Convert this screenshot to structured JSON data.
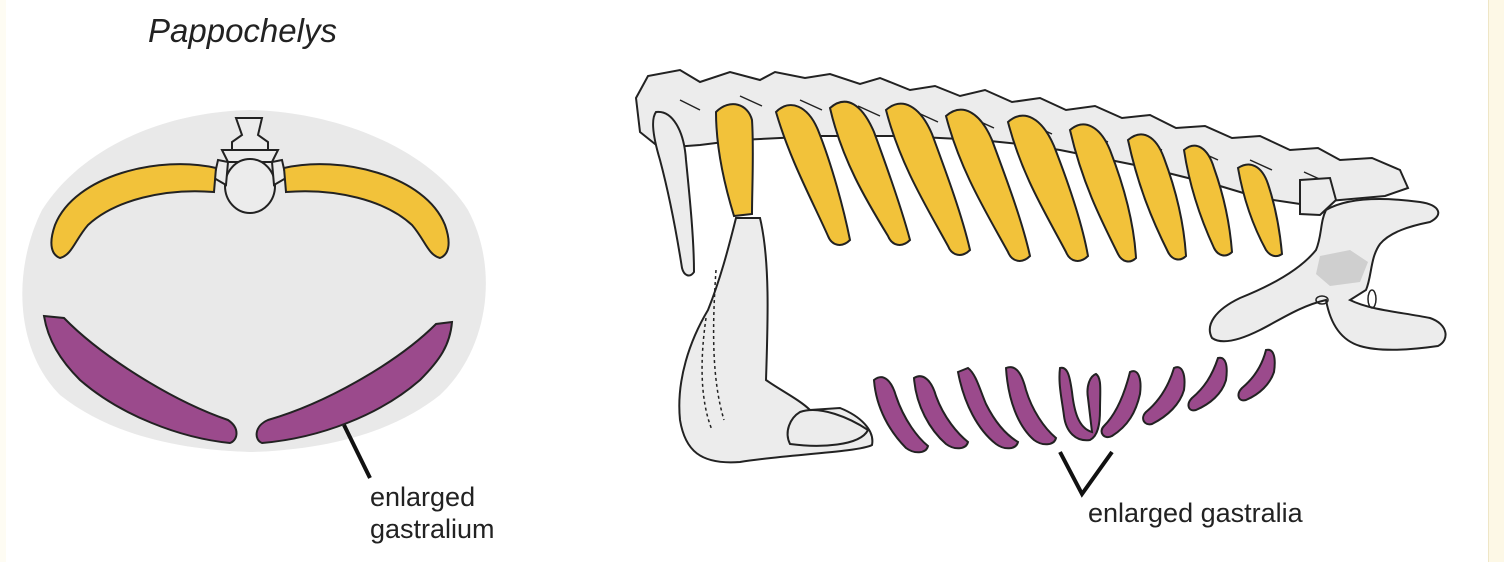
{
  "diagram": {
    "taxon_name": "Pappochelys",
    "cross_section_label": [
      "enlarged",
      "gastralium"
    ],
    "lateral_label": "enlarged gastralia",
    "colors": {
      "ribs": "#f2c23a",
      "gastralia": "#9b4a8c",
      "body_outline": "#e9e9e9",
      "bone": "#ececec",
      "line": "#222222",
      "page_border": "#fdf8e6"
    }
  }
}
